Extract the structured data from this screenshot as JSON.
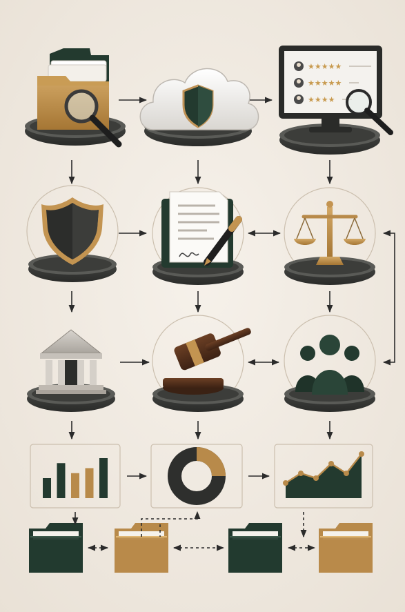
{
  "theme": {
    "background": "#f1ebe3",
    "dark_green": "#233a2f",
    "gold": "#b88a4a",
    "charcoal": "#2e2f2d",
    "arrow": "#2b2b2b",
    "panel_border": "#c9bfb3"
  },
  "nodes": [
    {
      "id": "search-folder",
      "icon": "folder-search-icon",
      "row": 1,
      "col": 1
    },
    {
      "id": "cloud-security",
      "icon": "cloud-shield-icon",
      "row": 1,
      "col": 2
    },
    {
      "id": "monitor-reviews",
      "icon": "monitor-rating-icon",
      "row": 1,
      "col": 3,
      "ratings": [
        5,
        5,
        4
      ]
    },
    {
      "id": "shield",
      "icon": "shield-icon",
      "row": 2,
      "col": 1
    },
    {
      "id": "contract",
      "icon": "contract-pen-icon",
      "row": 2,
      "col": 2
    },
    {
      "id": "scales",
      "icon": "scales-of-justice-icon",
      "row": 2,
      "col": 3
    },
    {
      "id": "courthouse",
      "icon": "courthouse-icon",
      "row": 3,
      "col": 1
    },
    {
      "id": "gavel",
      "icon": "gavel-icon",
      "row": 3,
      "col": 2
    },
    {
      "id": "people",
      "icon": "people-group-icon",
      "row": 3,
      "col": 3
    }
  ],
  "charts": {
    "bar_panel": {
      "icon": "bar-chart-icon",
      "values": [
        4,
        7,
        5,
        6,
        8
      ],
      "colors": [
        "dark",
        "dark",
        "gold",
        "gold",
        "dark"
      ]
    },
    "donut_panel": {
      "icon": "donut-chart-icon",
      "gold_share": 0.25
    },
    "area_panel": {
      "icon": "area-chart-icon",
      "points": [
        2,
        4,
        3,
        6,
        4,
        8
      ]
    }
  },
  "folders": [
    {
      "id": "folder-1",
      "color": "dark"
    },
    {
      "id": "folder-2",
      "color": "gold"
    },
    {
      "id": "folder-3",
      "color": "dark"
    },
    {
      "id": "folder-4",
      "color": "gold"
    }
  ],
  "connectors": [
    {
      "from": "search-folder",
      "to": "cloud-security",
      "style": "solid",
      "dir": "forward"
    },
    {
      "from": "cloud-security",
      "to": "monitor-reviews",
      "style": "solid",
      "dir": "forward"
    },
    {
      "from": "search-folder",
      "to": "shield",
      "style": "solid",
      "dir": "forward"
    },
    {
      "from": "cloud-security",
      "to": "contract",
      "style": "solid",
      "dir": "forward"
    },
    {
      "from": "monitor-reviews",
      "to": "scales",
      "style": "solid",
      "dir": "forward"
    },
    {
      "from": "shield",
      "to": "contract",
      "style": "solid",
      "dir": "forward"
    },
    {
      "from": "contract",
      "to": "scales",
      "style": "solid",
      "dir": "both"
    },
    {
      "from": "shield",
      "to": "courthouse",
      "style": "solid",
      "dir": "forward"
    },
    {
      "from": "contract",
      "to": "gavel",
      "style": "solid",
      "dir": "forward"
    },
    {
      "from": "scales",
      "to": "people",
      "style": "solid",
      "dir": "forward"
    },
    {
      "from": "scales",
      "to": "people",
      "style": "solid",
      "dir": "both",
      "route": "right-loop"
    },
    {
      "from": "courthouse",
      "to": "gavel",
      "style": "solid",
      "dir": "forward"
    },
    {
      "from": "gavel",
      "to": "people",
      "style": "solid",
      "dir": "both"
    },
    {
      "from": "courthouse",
      "to": "bar_panel",
      "style": "solid",
      "dir": "forward"
    },
    {
      "from": "gavel",
      "to": "donut_panel",
      "style": "solid",
      "dir": "forward"
    },
    {
      "from": "people",
      "to": "area_panel",
      "style": "solid",
      "dir": "forward"
    },
    {
      "from": "bar_panel",
      "to": "donut_panel",
      "style": "solid",
      "dir": "forward"
    },
    {
      "from": "donut_panel",
      "to": "area_panel",
      "style": "solid",
      "dir": "forward"
    },
    {
      "from": "bar_panel",
      "to": "folder-1",
      "style": "solid",
      "dir": "forward"
    },
    {
      "from": "folder-1",
      "to": "folder-2",
      "style": "dashed",
      "dir": "both"
    },
    {
      "from": "folder-2",
      "to": "folder-3",
      "style": "dashed",
      "dir": "both"
    },
    {
      "from": "folder-3",
      "to": "folder-4",
      "style": "dashed",
      "dir": "both"
    },
    {
      "from": "folder-2",
      "to": "donut_panel",
      "style": "dashed",
      "dir": "forward"
    },
    {
      "from": "area_panel",
      "to": "folder-4",
      "style": "dashed",
      "dir": "forward"
    }
  ]
}
